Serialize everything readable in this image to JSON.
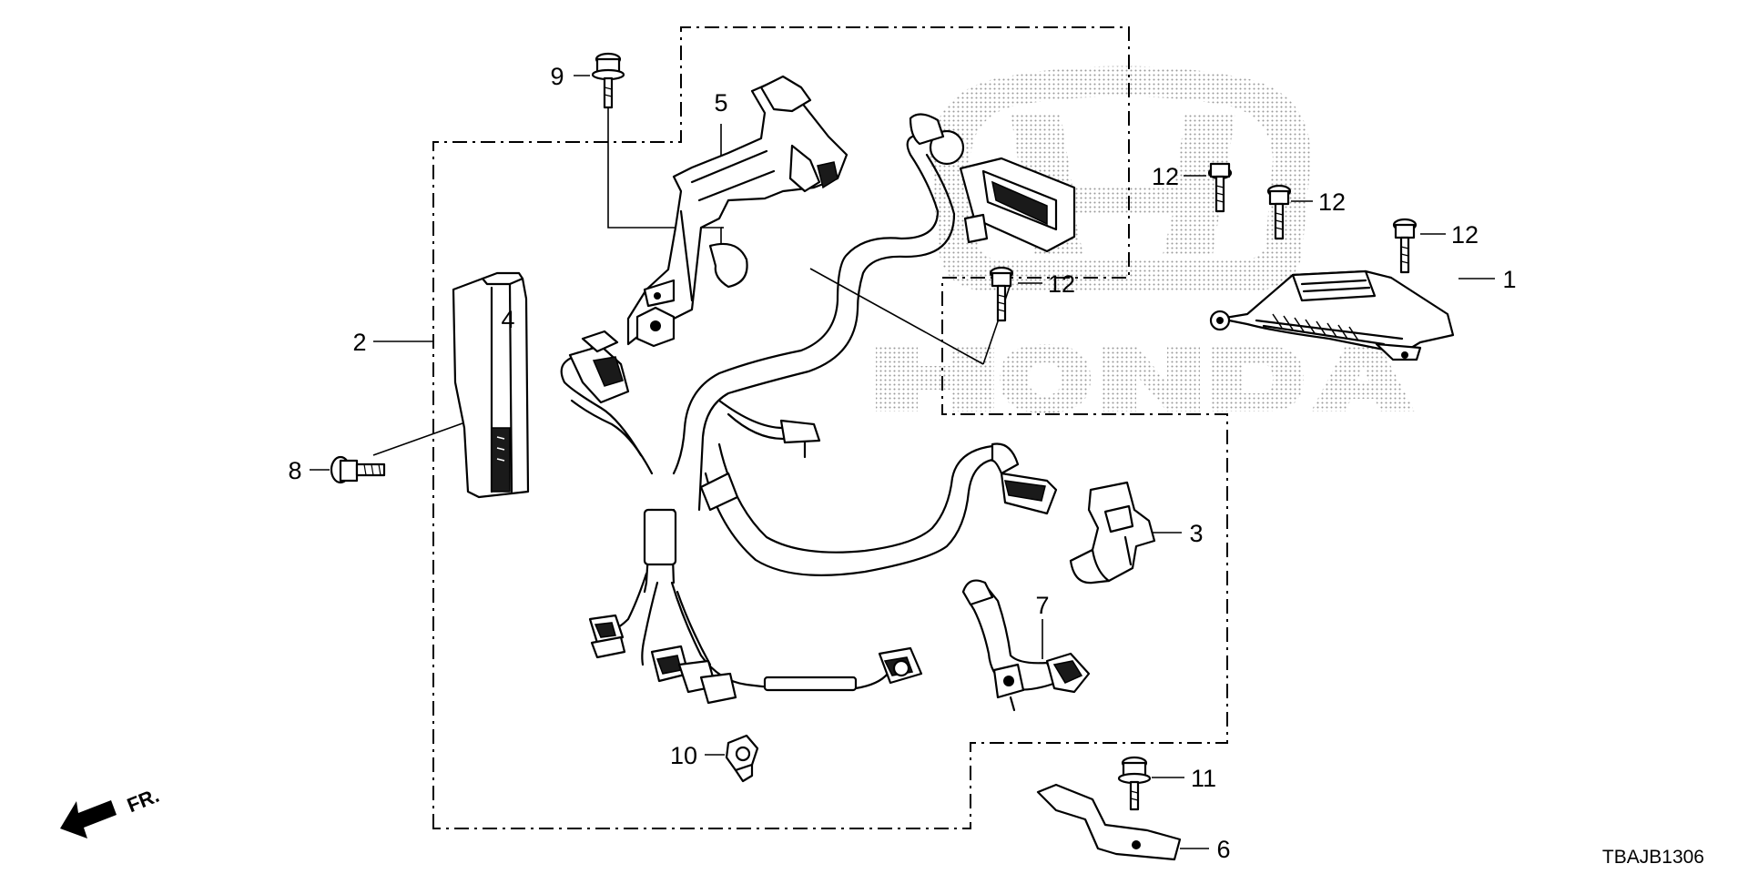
{
  "diagram": {
    "watermark": "HONDA",
    "diagram_code": "TBAJB1306",
    "front_label": "FR.",
    "callouts": [
      "1",
      "2",
      "3",
      "4",
      "5",
      "6",
      "7",
      "8",
      "9",
      "10",
      "11",
      "12"
    ]
  }
}
